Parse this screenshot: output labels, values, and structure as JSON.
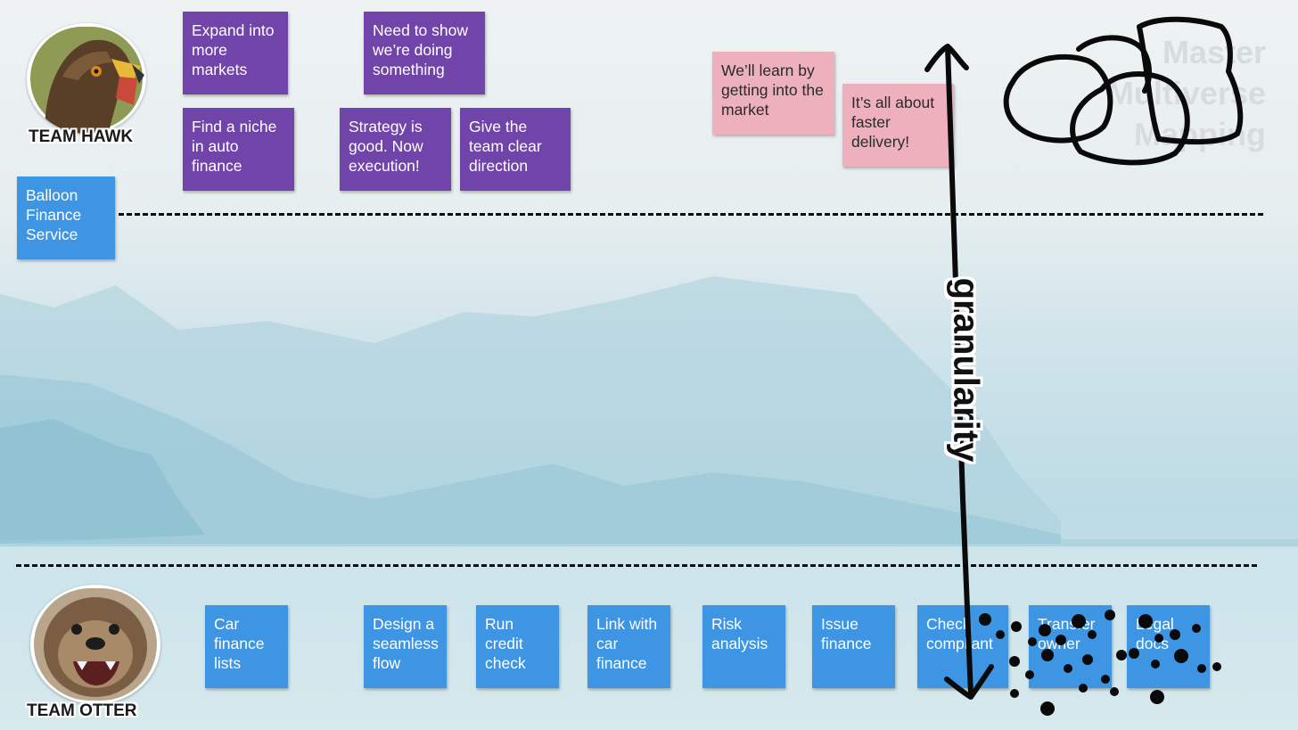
{
  "team_hawk": {
    "label": "TEAM HAWK",
    "notes": [
      "Expand into more markets",
      "Need to show we’re doing something",
      "Find a niche in auto finance",
      "Strategy is good. Now execution!",
      "Give the team clear direction"
    ]
  },
  "pink_notes": [
    "We’ll learn by getting into the market",
    "It’s all about faster delivery!"
  ],
  "middle_note": "Balloon Finance Service",
  "team_otter": {
    "label": "TEAM OTTER",
    "notes": [
      "Car finance lists",
      "Design a seamless flow",
      "Run credit check",
      "Link with car finance",
      "Risk analysis",
      "Issue finance",
      "Check compliant",
      "Transfer owner",
      "Legal docs"
    ]
  },
  "arrow_label": "granularity",
  "watermark": [
    "Master",
    "Multiverse",
    "Mapping"
  ],
  "colors": {
    "purple_note": "#7044a8",
    "blue_note": "#3d95e3",
    "pink_note": "#efb0be",
    "divider": "#0c0c0c"
  },
  "icons": [
    "hawk-avatar-icon",
    "otter-avatar-icon",
    "granularity-arrow-icon",
    "cloud-scribble-icon",
    "dot-scribble-icon"
  ]
}
